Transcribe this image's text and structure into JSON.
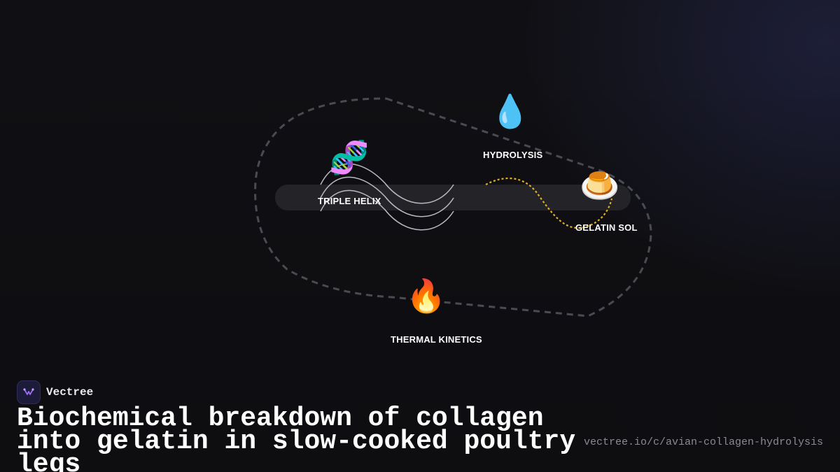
{
  "diagram": {
    "nodes": [
      {
        "id": "triple-helix",
        "label": "TRIPLE HELIX",
        "icon": "dna-icon",
        "glyph": "🧬"
      },
      {
        "id": "hydrolysis",
        "label": "HYDROLYSIS",
        "icon": "water-droplet-icon",
        "glyph": "💧"
      },
      {
        "id": "gelatin-sol",
        "label": "GELATIN SOL",
        "icon": "custard-pudding-icon",
        "glyph": "🍮"
      },
      {
        "id": "thermal-kinetics",
        "label": "THERMAL KINETICS",
        "icon": "fire-icon",
        "glyph": "🔥"
      }
    ],
    "colors": {
      "loop_path": "#4a4a52",
      "center_band": "#242428",
      "helix_strands": "#b8b8c0",
      "gelatin_path": "#e0b020"
    }
  },
  "brand": {
    "name": "Vectree",
    "logo_icon": "vectree-logo-icon"
  },
  "title": "Biochemical breakdown of collagen into gelatin in slow-cooked poultry legs",
  "url": "vectree.io/c/avian-collagen-hydrolysis"
}
